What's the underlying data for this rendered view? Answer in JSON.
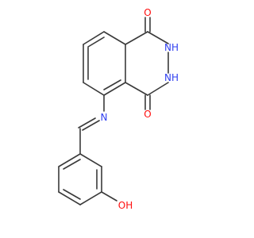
{
  "molecule": {
    "atoms": {
      "o1": "O",
      "nh2": "NH",
      "nh3": "NH",
      "o4": "O",
      "n_imine": "N",
      "oh": "OH"
    },
    "colors": {
      "oxygen": "#ff0d0d",
      "nitrogen": "#2f3ff0",
      "bond": "#3a3a3a"
    }
  }
}
